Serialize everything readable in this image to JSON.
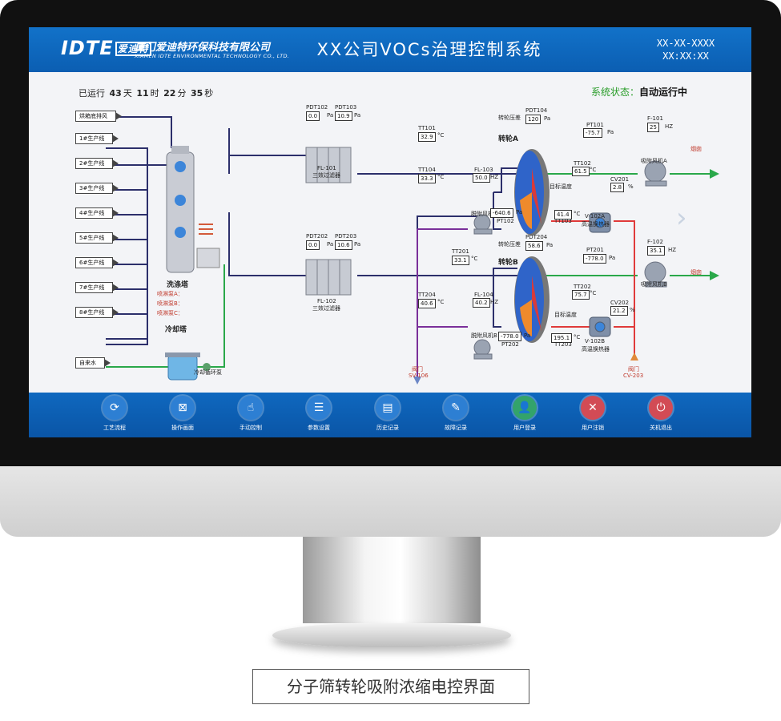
{
  "header": {
    "logo": "IDTE",
    "logo_badge": "爱迪特",
    "company_cn": "厦门爱迪特环保科技有限公司",
    "company_en": "XIAMEN IDTE ENVIRONMENTAL TECHNOLOGY CO., LTD.",
    "title": "XX公司VOCs治理控制系统",
    "date": "XX-XX-XXXX",
    "time": "XX:XX:XX"
  },
  "runtime": {
    "prefix": "已运行",
    "days": "43",
    "days_unit": "天",
    "hours": "11",
    "hours_unit": "时",
    "minutes": "22",
    "minutes_unit": "分",
    "seconds": "35",
    "seconds_unit": "秒"
  },
  "status": {
    "label": "系统状态：",
    "value": "自动运行中"
  },
  "inputs": [
    "烘箱底排风",
    "1#生产线",
    "2#生产线",
    "3#生产线",
    "4#生产线",
    "5#生产线",
    "6#生产线",
    "7#生产线",
    "8#生产线",
    "自来水"
  ],
  "scrubber": {
    "label": "洗涤塔",
    "pumps": [
      "喷淋泵A：",
      "喷淋泵B：",
      "喷淋泵C："
    ]
  },
  "cooling": {
    "label": "冷却塔",
    "pump": "冷却循环泵"
  },
  "filters": [
    {
      "name": "FL-101",
      "desc": "三效过滤器",
      "pdt_a": "PDT102",
      "pdt_a_val": "0.0",
      "pdt_b": "PDT103",
      "pdt_b_val": "10.9",
      "unit": "Pa"
    },
    {
      "name": "FL-102",
      "desc": "三效过滤器",
      "pdt_a": "PDT202",
      "pdt_a_val": "0.0",
      "pdt_b": "PDT203",
      "pdt_b_val": "10.6",
      "unit": "Pa"
    }
  ],
  "wheel_a": {
    "label": "转轮A",
    "dp_label": "转轮压差",
    "pdt": "PDT104",
    "pdt_val": "120",
    "pdt_unit": "Pa",
    "tt_in": "TT101",
    "tt_in_val": "32.9",
    "tt_cool": "TT104",
    "tt_cool_val": "33.3",
    "fan_in": "FL-103",
    "fan_in_val": "50.0",
    "fan_in_unit": "HZ",
    "fan_in_label": "脱附风机A",
    "pt_low": "PT102",
    "pt_low_val": "-640.6",
    "target_temp": "目标温度",
    "tt102": "TT102",
    "tt102_val": "61.5",
    "tt103": "TT103",
    "tt103_val": "41.4",
    "pt101": "PT101",
    "pt101_val": "-75.7",
    "cv": "CV201",
    "cv_val": "2.8",
    "cv_unit": "%",
    "hx": "V-102A",
    "hx_label": "高温换热器",
    "fan_out": "F-101",
    "fan_out_val": "25",
    "fan_out_unit": "HZ",
    "fan_out_label": "吸附风机A",
    "exhaust": "烟囱"
  },
  "wheel_b": {
    "label": "转轮B",
    "dp_label": "转轮压差",
    "pdt": "PDT204",
    "pdt_val": "58.6",
    "pdt_unit": "Pa",
    "tt_in": "TT201",
    "tt_in_val": "33.1",
    "tt_cool": "TT204",
    "tt_cool_val": "40.6",
    "fan_in": "FL-104",
    "fan_in_val": "40.2",
    "fan_in_unit": "HZ",
    "fan_in_label": "脱附风机B",
    "pt_low": "PT202",
    "pt_low_val": "-778.0",
    "target_temp": "目标温度",
    "tt202": "TT202",
    "tt202_val": "75.7",
    "tt203": "TT203",
    "tt203_val": "195.1",
    "pt201": "PT201",
    "pt201_val": "-778.0",
    "cv": "CV202",
    "cv_val": "21.2",
    "cv_unit": "%",
    "hx": "V-102B",
    "hx_label": "高温换热器",
    "fan_out": "F-102",
    "fan_out_val": "35.1",
    "fan_out_unit": "HZ",
    "fan_out_label": "吸附风机B",
    "exhaust": "烟囱"
  },
  "units": {
    "pa": "Pa",
    "c": "°C"
  },
  "valves": [
    {
      "label": "阀门",
      "tag": "SV-106"
    },
    {
      "label": "阀门",
      "tag": "CV-203"
    }
  ],
  "toolbar": [
    {
      "label": "工艺流程",
      "icon": "process-icon",
      "color": "#2d7fd3"
    },
    {
      "label": "操作画面",
      "icon": "operation-icon",
      "color": "#2d7fd3"
    },
    {
      "label": "手动控制",
      "icon": "manual-icon",
      "color": "#2d7fd3"
    },
    {
      "label": "参数设置",
      "icon": "settings-icon",
      "color": "#2d7fd3"
    },
    {
      "label": "历史记录",
      "icon": "history-icon",
      "color": "#2d7fd3"
    },
    {
      "label": "故障记录",
      "icon": "fault-icon",
      "color": "#2d7fd3"
    },
    {
      "label": "用户登录",
      "icon": "user-login-icon",
      "color": "#33a36b"
    },
    {
      "label": "用户注销",
      "icon": "user-logout-icon",
      "color": "#d24b55"
    },
    {
      "label": "关机退出",
      "icon": "power-icon",
      "color": "#d24b55"
    }
  ],
  "caption": "分子筛转轮吸附浓缩电控界面",
  "colors": {
    "header": "#0b5eb2",
    "pipe": "#2c2f6b",
    "green": "#2aa84a",
    "red": "#e03a3a",
    "purple": "#8a3aa8"
  }
}
